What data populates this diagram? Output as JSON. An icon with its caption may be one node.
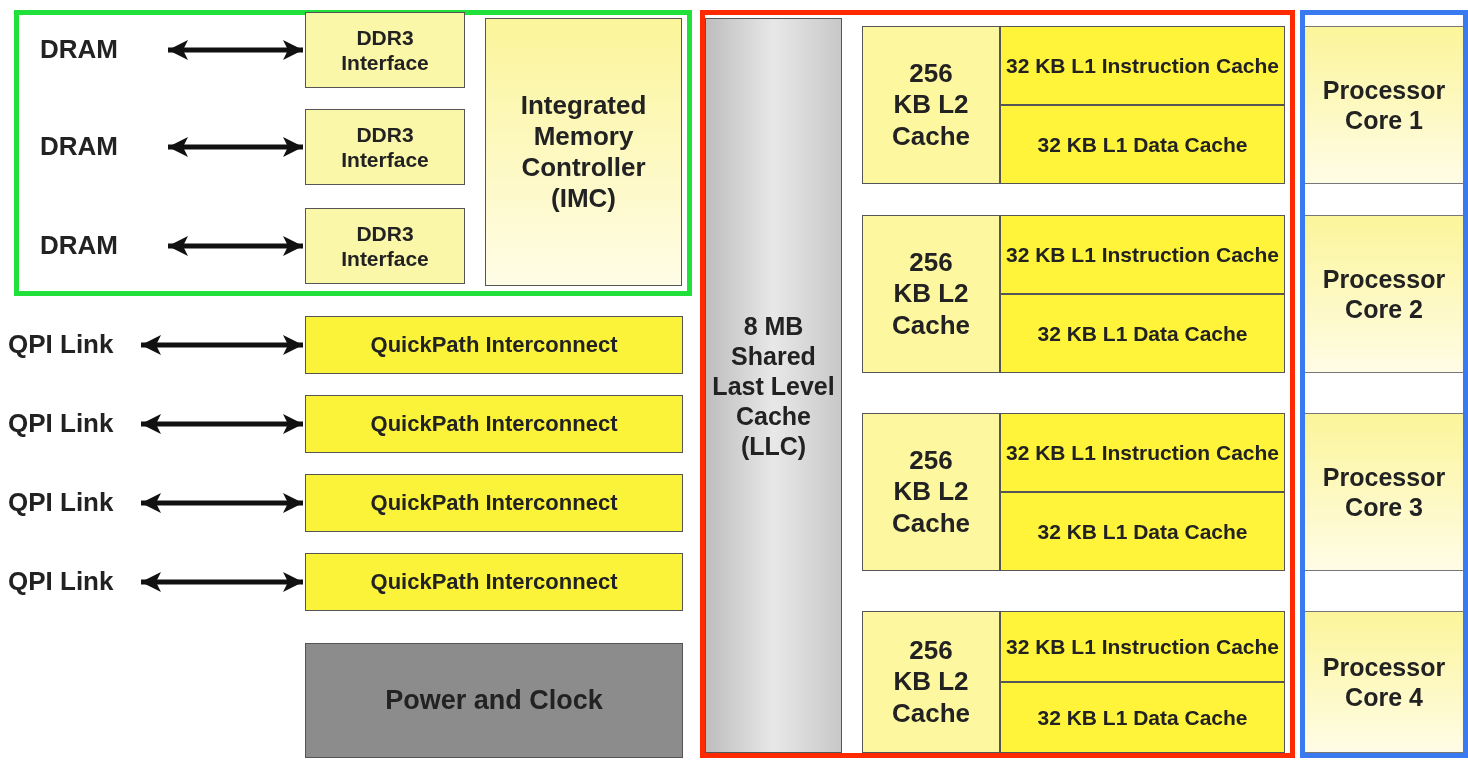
{
  "diagram": {
    "nodes": [
      {
        "text": [],
        "shape": "box"
      },
      {
        "text": [
          "DRAM"
        ],
        "in": 0
      },
      {
        "text": [
          "DDR3 Interface"
        ],
        "in": 0
      },
      {
        "text": [
          "DRAM"
        ],
        "in": 0
      },
      {
        "text": [
          "DDR3 Interface"
        ],
        "in": 0
      },
      {
        "text": [
          "DRAM"
        ],
        "in": 0
      },
      {
        "text": [
          "DDR3 Interface"
        ],
        "in": 0
      },
      {
        "text": [
          "Integrated Memory Controller (IMC)"
        ],
        "in": 0
      },
      {
        "text": [
          "QPI Link"
        ]
      },
      {
        "text": [
          "QuickPath Interconnect"
        ]
      },
      {
        "text": [
          "QPI Link"
        ]
      },
      {
        "text": [
          "QuickPath Interconnect"
        ]
      },
      {
        "text": [
          "QPI Link"
        ]
      },
      {
        "text": [
          "QuickPath Interconnect"
        ]
      },
      {
        "text": [
          "QPI Link"
        ]
      },
      {
        "text": [
          "QuickPath Interconnect"
        ]
      },
      {
        "text": [
          "Power and Clock"
        ]
      },
      {
        "text": [],
        "shape": "box"
      },
      {
        "text": [
          "8 MB Shared Last Level Cache (LLC)"
        ],
        "in": 17
      },
      {
        "text": [
          "256 KB L2 Cache"
        ],
        "in": 17
      },
      {
        "text": [
          "32 KB L1 Instruction Cache"
        ],
        "in": 17
      },
      {
        "text": [
          "32 KB L1 Data Cache"
        ],
        "in": 17
      },
      {
        "text": [
          "256 KB L2 Cache"
        ],
        "in": 17
      },
      {
        "text": [
          "32 KB L1 Instruction Cache"
        ],
        "in": 17
      },
      {
        "text": [
          "32 KB L1 Data Cache"
        ],
        "in": 17
      },
      {
        "text": [
          "256 KB L2 Cache"
        ],
        "in": 17
      },
      {
        "text": [
          "32 KB L1 Instruction Cache"
        ],
        "in": 17
      },
      {
        "text": [
          "32 KB L1 Data Cache"
        ],
        "in": 17
      },
      {
        "text": [
          "256 KB L2 Cache"
        ],
        "in": 17
      },
      {
        "text": [
          "32 KB L1 Instruction Cache"
        ],
        "in": 17
      },
      {
        "text": [
          "32 KB L1 Data Cache"
        ],
        "in": 17
      },
      {
        "text": [],
        "shape": "box"
      },
      {
        "text": [
          "Processor Core 1"
        ],
        "in": 31
      },
      {
        "text": [
          "Processor Core 2"
        ],
        "in": 31
      },
      {
        "text": [
          "Processor Core 3"
        ],
        "in": 31
      },
      {
        "text": [
          "Processor Core 4"
        ],
        "in": 31
      }
    ],
    "edges": [
      {
        "from": 1,
        "to": 2,
        "arrow": "both"
      },
      {
        "from": 3,
        "to": 4,
        "arrow": "both"
      },
      {
        "from": 5,
        "to": 6,
        "arrow": "both"
      },
      {
        "from": 8,
        "to": 9,
        "arrow": "both"
      },
      {
        "from": 10,
        "to": 11,
        "arrow": "both"
      },
      {
        "from": 12,
        "to": 13,
        "arrow": "both"
      },
      {
        "from": 14,
        "to": 15,
        "arrow": "both"
      }
    ]
  }
}
